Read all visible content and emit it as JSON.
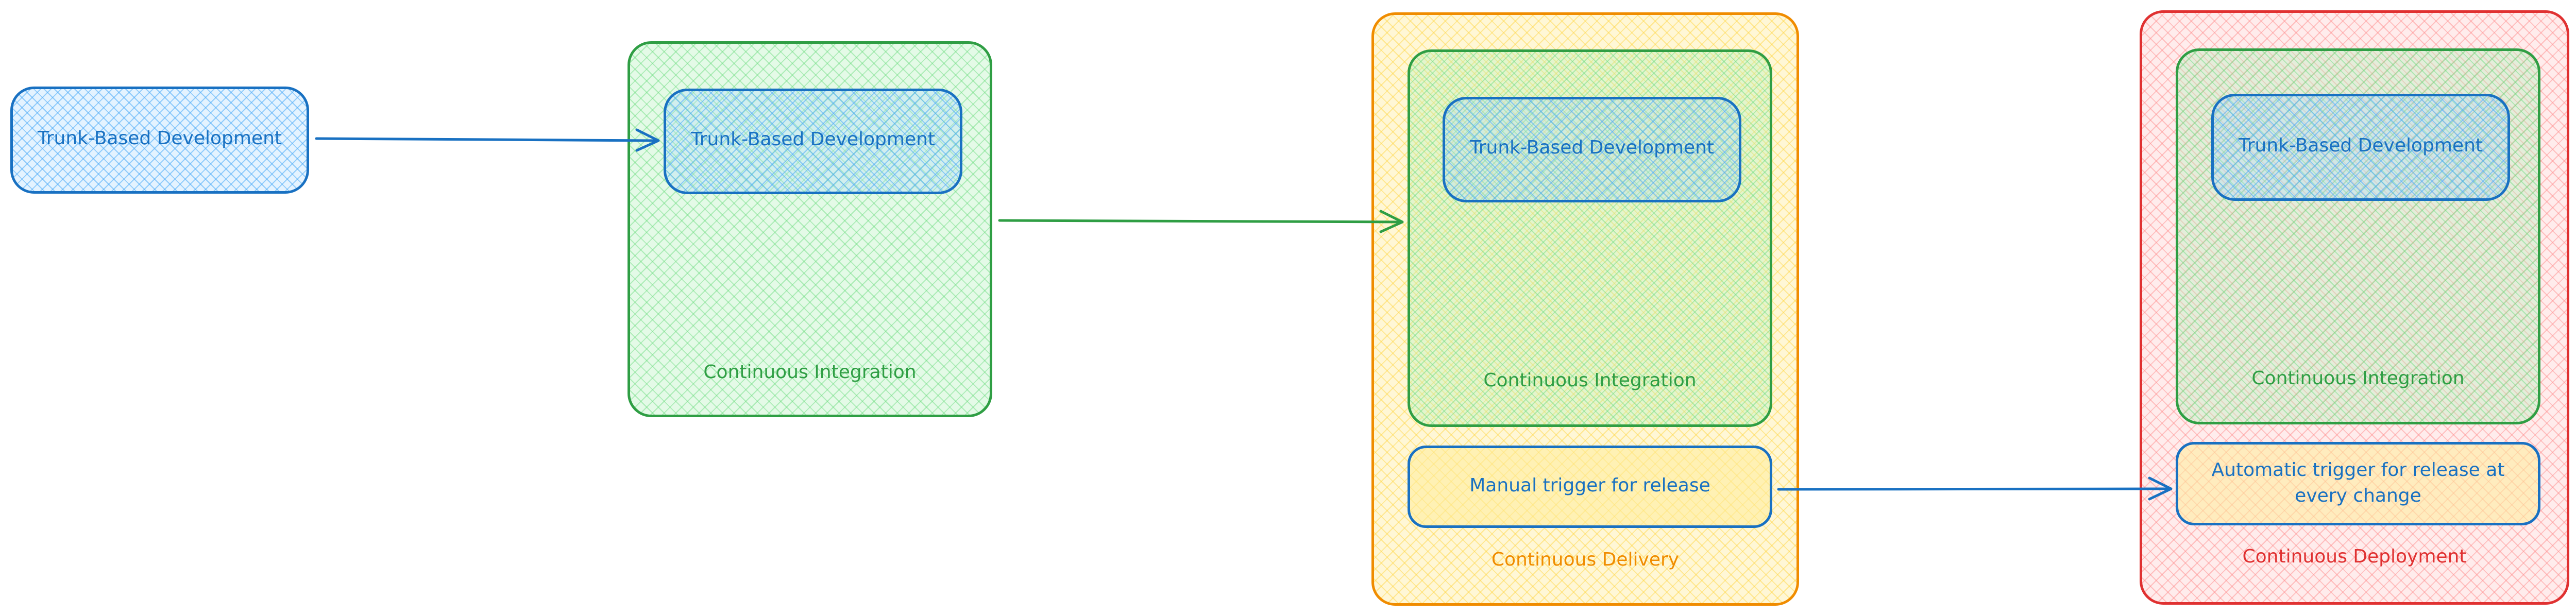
{
  "diagram": {
    "stage1": {
      "trunk_label": "Trunk-Based Development"
    },
    "stage2": {
      "trunk_label": "Trunk-Based Development",
      "ci_label": "Continuous Integration"
    },
    "stage3": {
      "trunk_label": "Trunk-Based Development",
      "ci_label": "Continuous Integration",
      "trigger_label": "Manual trigger for release",
      "cd_label": "Continuous Delivery"
    },
    "stage4": {
      "trunk_label": "Trunk-Based Development",
      "ci_label": "Continuous Integration",
      "trigger_label": "Automatic trigger for release at every change",
      "deploy_label": "Continuous Deployment"
    }
  },
  "colors": {
    "blue": "#1971c2",
    "green": "#2f9e44",
    "orange": "#f08c00",
    "red": "#e03131"
  }
}
